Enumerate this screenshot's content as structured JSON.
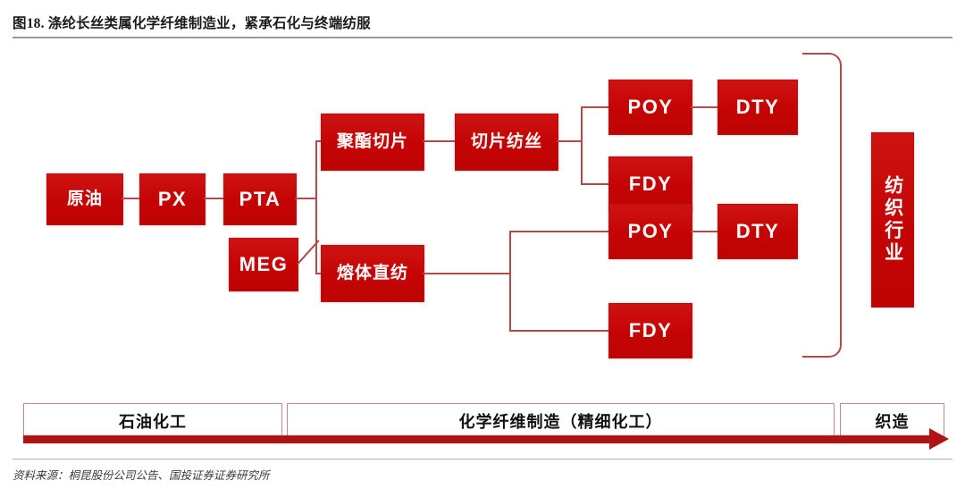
{
  "figure": {
    "title": "图18. 涤纶长丝类属化学纤维制造业，紧承石化与终端纺服",
    "source": "资料来源：桐昆股份公司公告、国投证券证券研究所",
    "accent_red": "#CC0B0B",
    "connector_red": "#b04a4a",
    "arrow_red": "#B01313"
  },
  "nodes": {
    "crude_oil": "原油",
    "px": "PX",
    "pta": "PTA",
    "meg": "MEG",
    "polyester_chip": "聚酯切片",
    "chip_spinning": "切片纺丝",
    "melt_direct_spinning": "熔体直纺",
    "poy_top": "POY",
    "dty_top": "DTY",
    "fdy_top": "FDY",
    "poy_bottom": "POY",
    "dty_bottom": "DTY",
    "fdy_bottom": "FDY",
    "textile_industry": "纺织行业"
  },
  "stages": {
    "petrochemical": "石油化工",
    "chemical_fiber": "化学纤维制造（精细化工）",
    "weaving": "织造"
  },
  "chart_data": {
    "type": "diagram",
    "title": "图18. 涤纶长丝类属化学纤维制造业，紧承石化与终端纺服",
    "flow_chain": [
      {
        "from": "原油",
        "to": "PX"
      },
      {
        "from": "PX",
        "to": "PTA"
      },
      {
        "from": "PTA",
        "to": "聚酯切片"
      },
      {
        "from": "PTA",
        "to": "熔体直纺"
      },
      {
        "from": "MEG",
        "to": "聚酯切片"
      },
      {
        "from": "MEG",
        "to": "熔体直纺"
      },
      {
        "from": "聚酯切片",
        "to": "切片纺丝"
      },
      {
        "from": "切片纺丝",
        "to": "POY"
      },
      {
        "from": "切片纺丝",
        "to": "FDY"
      },
      {
        "from": "POY",
        "to": "DTY"
      },
      {
        "from": "熔体直纺",
        "to": "POY"
      },
      {
        "from": "熔体直纺",
        "to": "FDY"
      },
      {
        "from": "POY",
        "to": "DTY"
      },
      {
        "from": "DTY/FDY",
        "to": "纺织行业"
      }
    ],
    "stage_segments": [
      "石油化工",
      "化学纤维制造（精细化工）",
      "织造"
    ]
  }
}
